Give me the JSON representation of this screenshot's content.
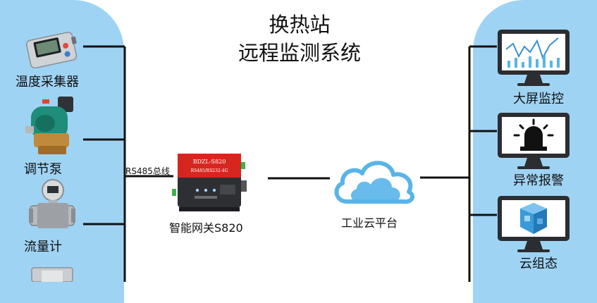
{
  "title": {
    "line1": "换热站",
    "line2": "远程监测系统"
  },
  "left_devices": [
    {
      "label": "温度采集器",
      "icon": "thermometer-collector-icon"
    },
    {
      "label": "调节泵",
      "icon": "pump-icon"
    },
    {
      "label": "流量计",
      "icon": "flowmeter-icon"
    },
    {
      "label": "",
      "icon": "pipe-fitting-icon"
    }
  ],
  "bus": {
    "label": "RS485总线"
  },
  "gateway": {
    "label": "智能网关S820",
    "model": "BDZL-S820",
    "interfaces": "RS485/RS232-4G"
  },
  "cloud": {
    "label": "工业云平台"
  },
  "right_terminals": [
    {
      "label": "大屏监控",
      "icon": "chart-monitor-icon"
    },
    {
      "label": "异常报警",
      "icon": "alarm-light-monitor-icon"
    },
    {
      "label": "云组态",
      "icon": "3d-model-monitor-icon"
    }
  ],
  "colors": {
    "panel": "#9fd3f3",
    "line": "#111111",
    "gateway_red": "#d7261f",
    "cloud": "#58b4e8"
  }
}
